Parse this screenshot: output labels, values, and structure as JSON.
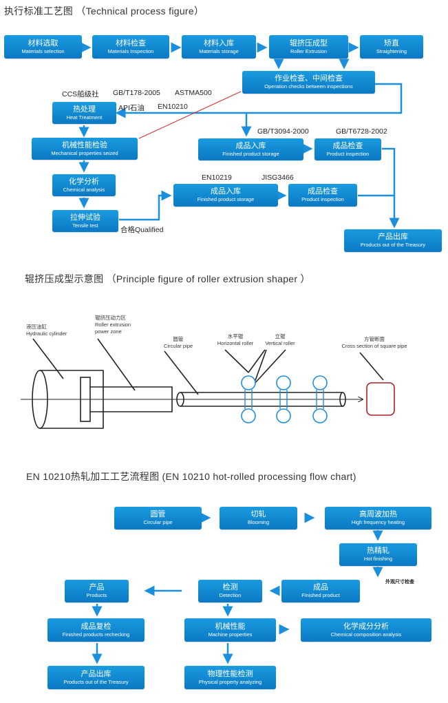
{
  "section1": {
    "title": "执行标准工艺图  （Technical process figure）",
    "boxes": {
      "material_selection": {
        "zh": "材料选取",
        "en": "Materials selection"
      },
      "material_inspection": {
        "zh": "材料检查",
        "en": "Materials Inspection"
      },
      "material_storage": {
        "zh": "材料入库",
        "en": "Materials storage"
      },
      "roller_extrusion": {
        "zh": "辊挤压成型",
        "en": "Roller Extrusion"
      },
      "straightening": {
        "zh": "矫直",
        "en": "Straightening"
      },
      "operation_checks": {
        "zh": "作业检查、中间检查",
        "en": "Operation checks between inspections"
      },
      "heat_treatment": {
        "zh": "热处理",
        "en": "Heat Treatment"
      },
      "mechanical_properties": {
        "zh": "机械性能检验",
        "en": "Mechanical properties seized"
      },
      "chemical_analysis": {
        "zh": "化学分析",
        "en": "Chemical analysis"
      },
      "tensile_test": {
        "zh": "拉伸试验",
        "en": "Tensile test"
      },
      "finished_storage_1": {
        "zh": "成品入库",
        "en": "Finished product storage"
      },
      "product_inspection_1": {
        "zh": "成品检查",
        "en": "Product inspection"
      },
      "finished_storage_2": {
        "zh": "成品入库",
        "en": "Finished product storage"
      },
      "product_inspection_2": {
        "zh": "成品检查",
        "en": "Product inspection"
      },
      "products_out": {
        "zh": "产品出库",
        "en": "Products out of the Treasury"
      }
    },
    "standards": {
      "ccs": "CCS船级社",
      "gb_t178": "GB/T178-2005",
      "astma500": "ASTMA500",
      "api": "API石油",
      "en10210": "EN10210",
      "gb_t3094": "GB/T3094-2000",
      "gb_t6728": "GB/T6728-2002",
      "en10219": "EN10219",
      "jisg3466": "JISG3466",
      "qualified": "合格Qualified"
    }
  },
  "section2": {
    "title": "辊挤压成型示意图  （Principle figure of roller extrusion shaper ）",
    "labels": {
      "hydraulic_zh": "液压油缸",
      "hydraulic_en": "Hydraulic cylinder",
      "power_zh": "辊挤压动力区",
      "power_en1": "Roller extrusion",
      "power_en2": "power zone",
      "pipe_zh": "圆管",
      "pipe_en": "Circular  pipe",
      "hroller_zh": "水平辊",
      "hroller_en": "Horizontal roller",
      "vroller_zh": "立辊",
      "vroller_en": "Vertical roller",
      "cross_zh": "方管断面",
      "cross_en": "Cross section of square pipe"
    }
  },
  "section3": {
    "title": "EN 10210热轧加工工艺流程图  (EN 10210 hot-rolled processing flow chart)",
    "boxes": {
      "circular_pipe": {
        "zh": "圆管",
        "en": "Circular pipe"
      },
      "blooming": {
        "zh": "切轧",
        "en": "Blooming"
      },
      "hf_heating": {
        "zh": "高周波加热",
        "en": "High frequency heating"
      },
      "hot_finishing": {
        "zh": "热精轧",
        "en": "Hot finishing"
      },
      "finished_product": {
        "zh": "成品",
        "en": "Finished product"
      },
      "detection": {
        "zh": "检测",
        "en": "Detection"
      },
      "products": {
        "zh": "产品",
        "en": "Products"
      },
      "rechecking": {
        "zh": "成品复检",
        "en": "Finished products rechecking"
      },
      "machine_properties": {
        "zh": "机械性能",
        "en": "Machine properties"
      },
      "chem_composition": {
        "zh": "化学成分分析",
        "en": "Chemical composition analysis"
      },
      "products_out": {
        "zh": "产品出库",
        "en": "Products out of the Treasury"
      },
      "physical_property": {
        "zh": "物理性能检测",
        "en": "Physical property analyzing"
      }
    },
    "note": "外观尺寸检查"
  },
  "colors": {
    "box": "#0b86d1",
    "arrow": "#1a8fdc",
    "red": "#d42a2a",
    "cross": "#b02020"
  }
}
